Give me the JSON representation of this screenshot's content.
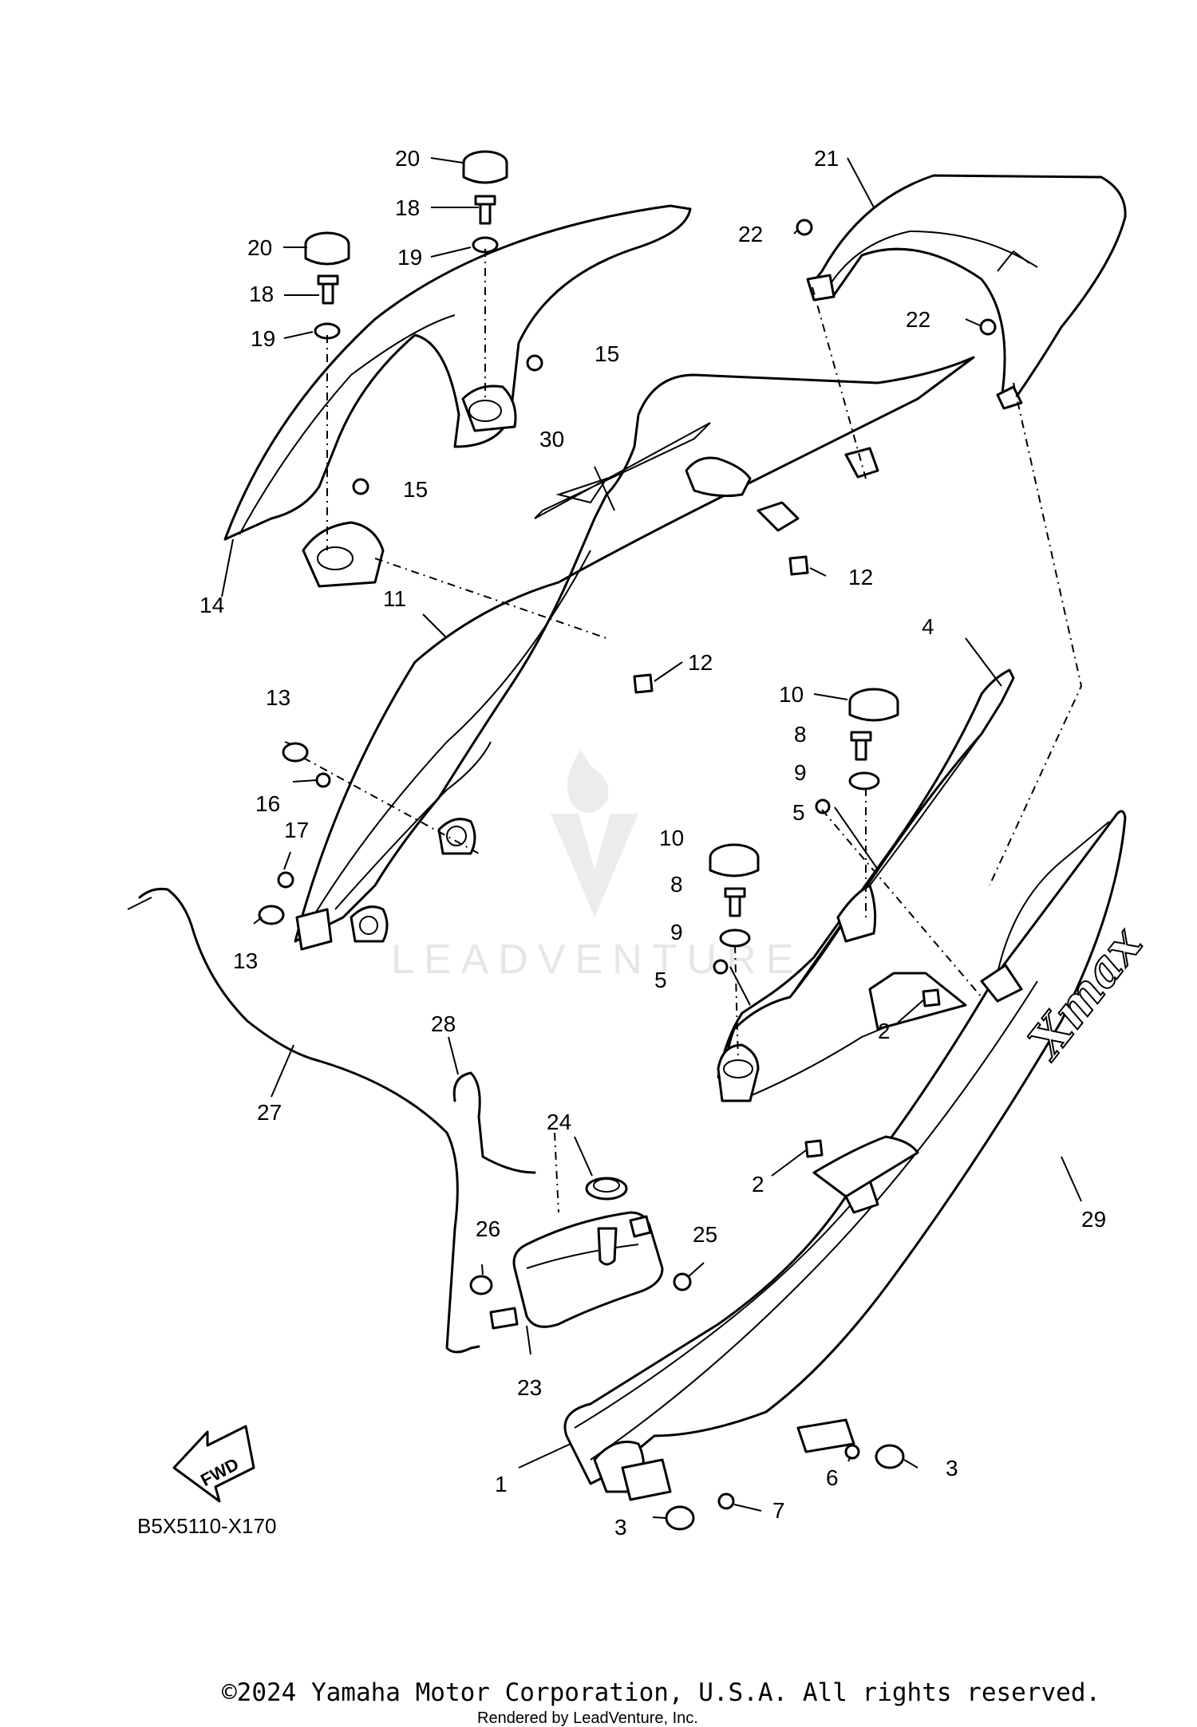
{
  "diagram_code": "B5X5110-X170",
  "fwd_label": "FWD",
  "watermark": "LEADVENTURE",
  "copyright": "©2024 Yamaha Motor Corporation, U.S.A. All rights reserved.",
  "rendered_by": "Rendered by LeadVenture, Inc.",
  "decal_text": "Xmax",
  "callouts": {
    "c1": "1",
    "c2a": "2",
    "c2b": "2",
    "c3a": "3",
    "c3b": "3",
    "c4": "4",
    "c5a": "5",
    "c5b": "5",
    "c6": "6",
    "c7": "7",
    "c8a": "8",
    "c8b": "8",
    "c9a": "9",
    "c9b": "9",
    "c10a": "10",
    "c10b": "10",
    "c11": "11",
    "c12a": "12",
    "c12b": "12",
    "c13a": "13",
    "c13b": "13",
    "c14": "14",
    "c15a": "15",
    "c15b": "15",
    "c16": "16",
    "c17": "17",
    "c18a": "18",
    "c18b": "18",
    "c19a": "19",
    "c19b": "19",
    "c20a": "20",
    "c20b": "20",
    "c21": "21",
    "c22a": "22",
    "c22b": "22",
    "c23": "23",
    "c24": "24",
    "c25": "25",
    "c26": "26",
    "c27": "27",
    "c28": "28",
    "c29": "29",
    "c30": "30"
  }
}
